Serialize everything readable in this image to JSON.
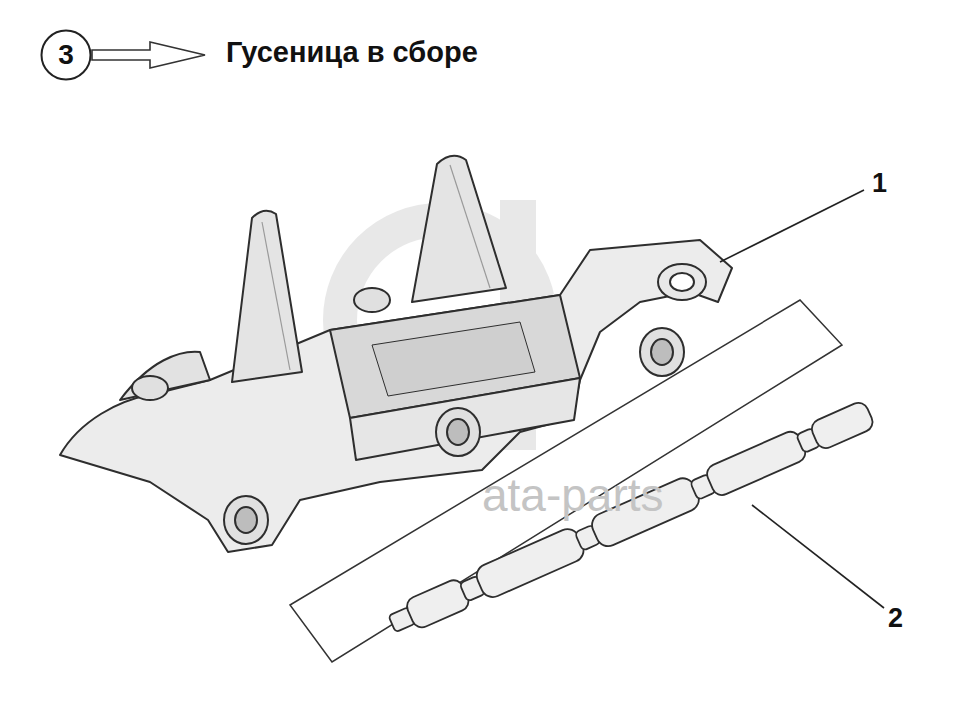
{
  "diagram": {
    "title": "Гусеница в сборе",
    "nodes": [
      {
        "text": [
          "3"
        ]
      }
    ],
    "labels": [
      "1",
      "2",
      "ata-parts"
    ]
  }
}
